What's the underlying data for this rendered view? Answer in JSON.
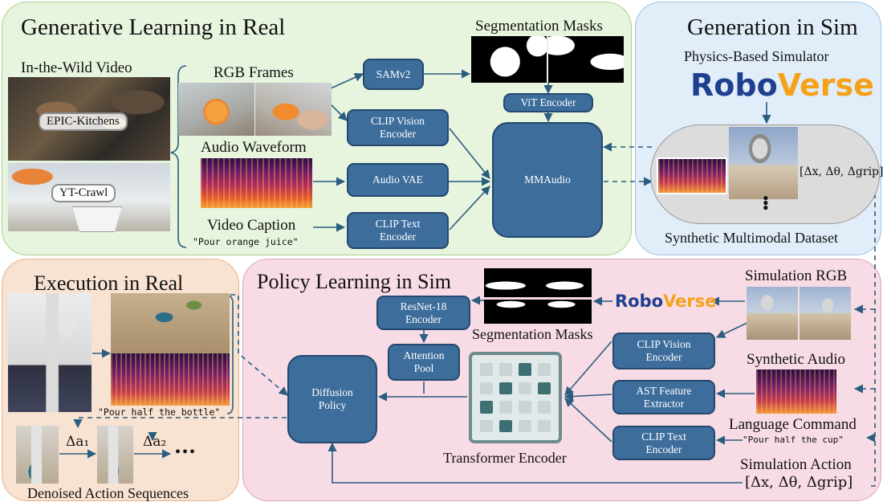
{
  "panels": {
    "gen_real": "Generative Learning in Real",
    "gen_sim": "Generation in Sim",
    "exec_real": "Execution in Real",
    "policy_sim": "Policy Learning in Sim"
  },
  "gen_real": {
    "wild_video_label": "In-the-Wild Video",
    "epic_tag": "EPIC-Kitchens",
    "yt_tag": "YT-Crawl",
    "rgb_label": "RGB Frames",
    "audio_label": "Audio Waveform",
    "caption_label": "Video Caption",
    "caption_text": "\"Pour orange juice\"",
    "seg_label": "Segmentation Masks",
    "samv2": "SAMv2",
    "clip_vision": "CLIP Vision\nEncoder",
    "audio_vae": "Audio VAE",
    "clip_text": "CLIP Text\nEncoder",
    "vit": "ViT Encoder",
    "mmaudio": "MMAudio"
  },
  "gen_sim": {
    "simulator_label": "Physics-Based Simulator",
    "logo_part1": "Robo",
    "logo_part2": "Verse",
    "action_label": "[Δx, Δθ, Δgrip]",
    "dataset_label": "Synthetic Multimodal Dataset"
  },
  "exec_real": {
    "command_text": "\"Pour half the bottle\"",
    "delta1": "Δa₁",
    "delta2": "Δa₂",
    "ellipsis": "•••",
    "sequence_label": "Denoised Action Sequences"
  },
  "policy_sim": {
    "resnet": "ResNet-18\nEncoder",
    "attention": "Attention\nPool",
    "diffusion": "Diffusion\nPolicy",
    "seg_label": "Segmentation Masks",
    "transformer_label": "Transformer Encoder",
    "clip_vision": "CLIP Vision\nEncoder",
    "ast": "AST Feature\nExtractor",
    "clip_text": "CLIP Text\nEncoder",
    "sim_rgb_label": "Simulation RGB",
    "synth_audio_label": "Synthetic Audio",
    "lang_label": "Language Command",
    "lang_text": "\"Pour half the cup\"",
    "sim_action_label": "Simulation Action",
    "sim_action_value": "[Δx, Δθ, Δgrip]",
    "logo_part1": "Robo",
    "logo_part2": "Verse"
  },
  "colors": {
    "green_panel": "#e8f5e0",
    "blue_panel": "#e3eef9",
    "orange_panel": "#f8e3d3",
    "pink_panel": "#f7dde6",
    "box": "#3d6d9b",
    "arrow": "#2a5d7f",
    "robo_blue": "#1f3f8f",
    "verse_orange": "#f5a21b"
  },
  "icons": [
    "spectrogram",
    "segmentation-mask",
    "robot-arm-photo",
    "transformer-grid"
  ]
}
